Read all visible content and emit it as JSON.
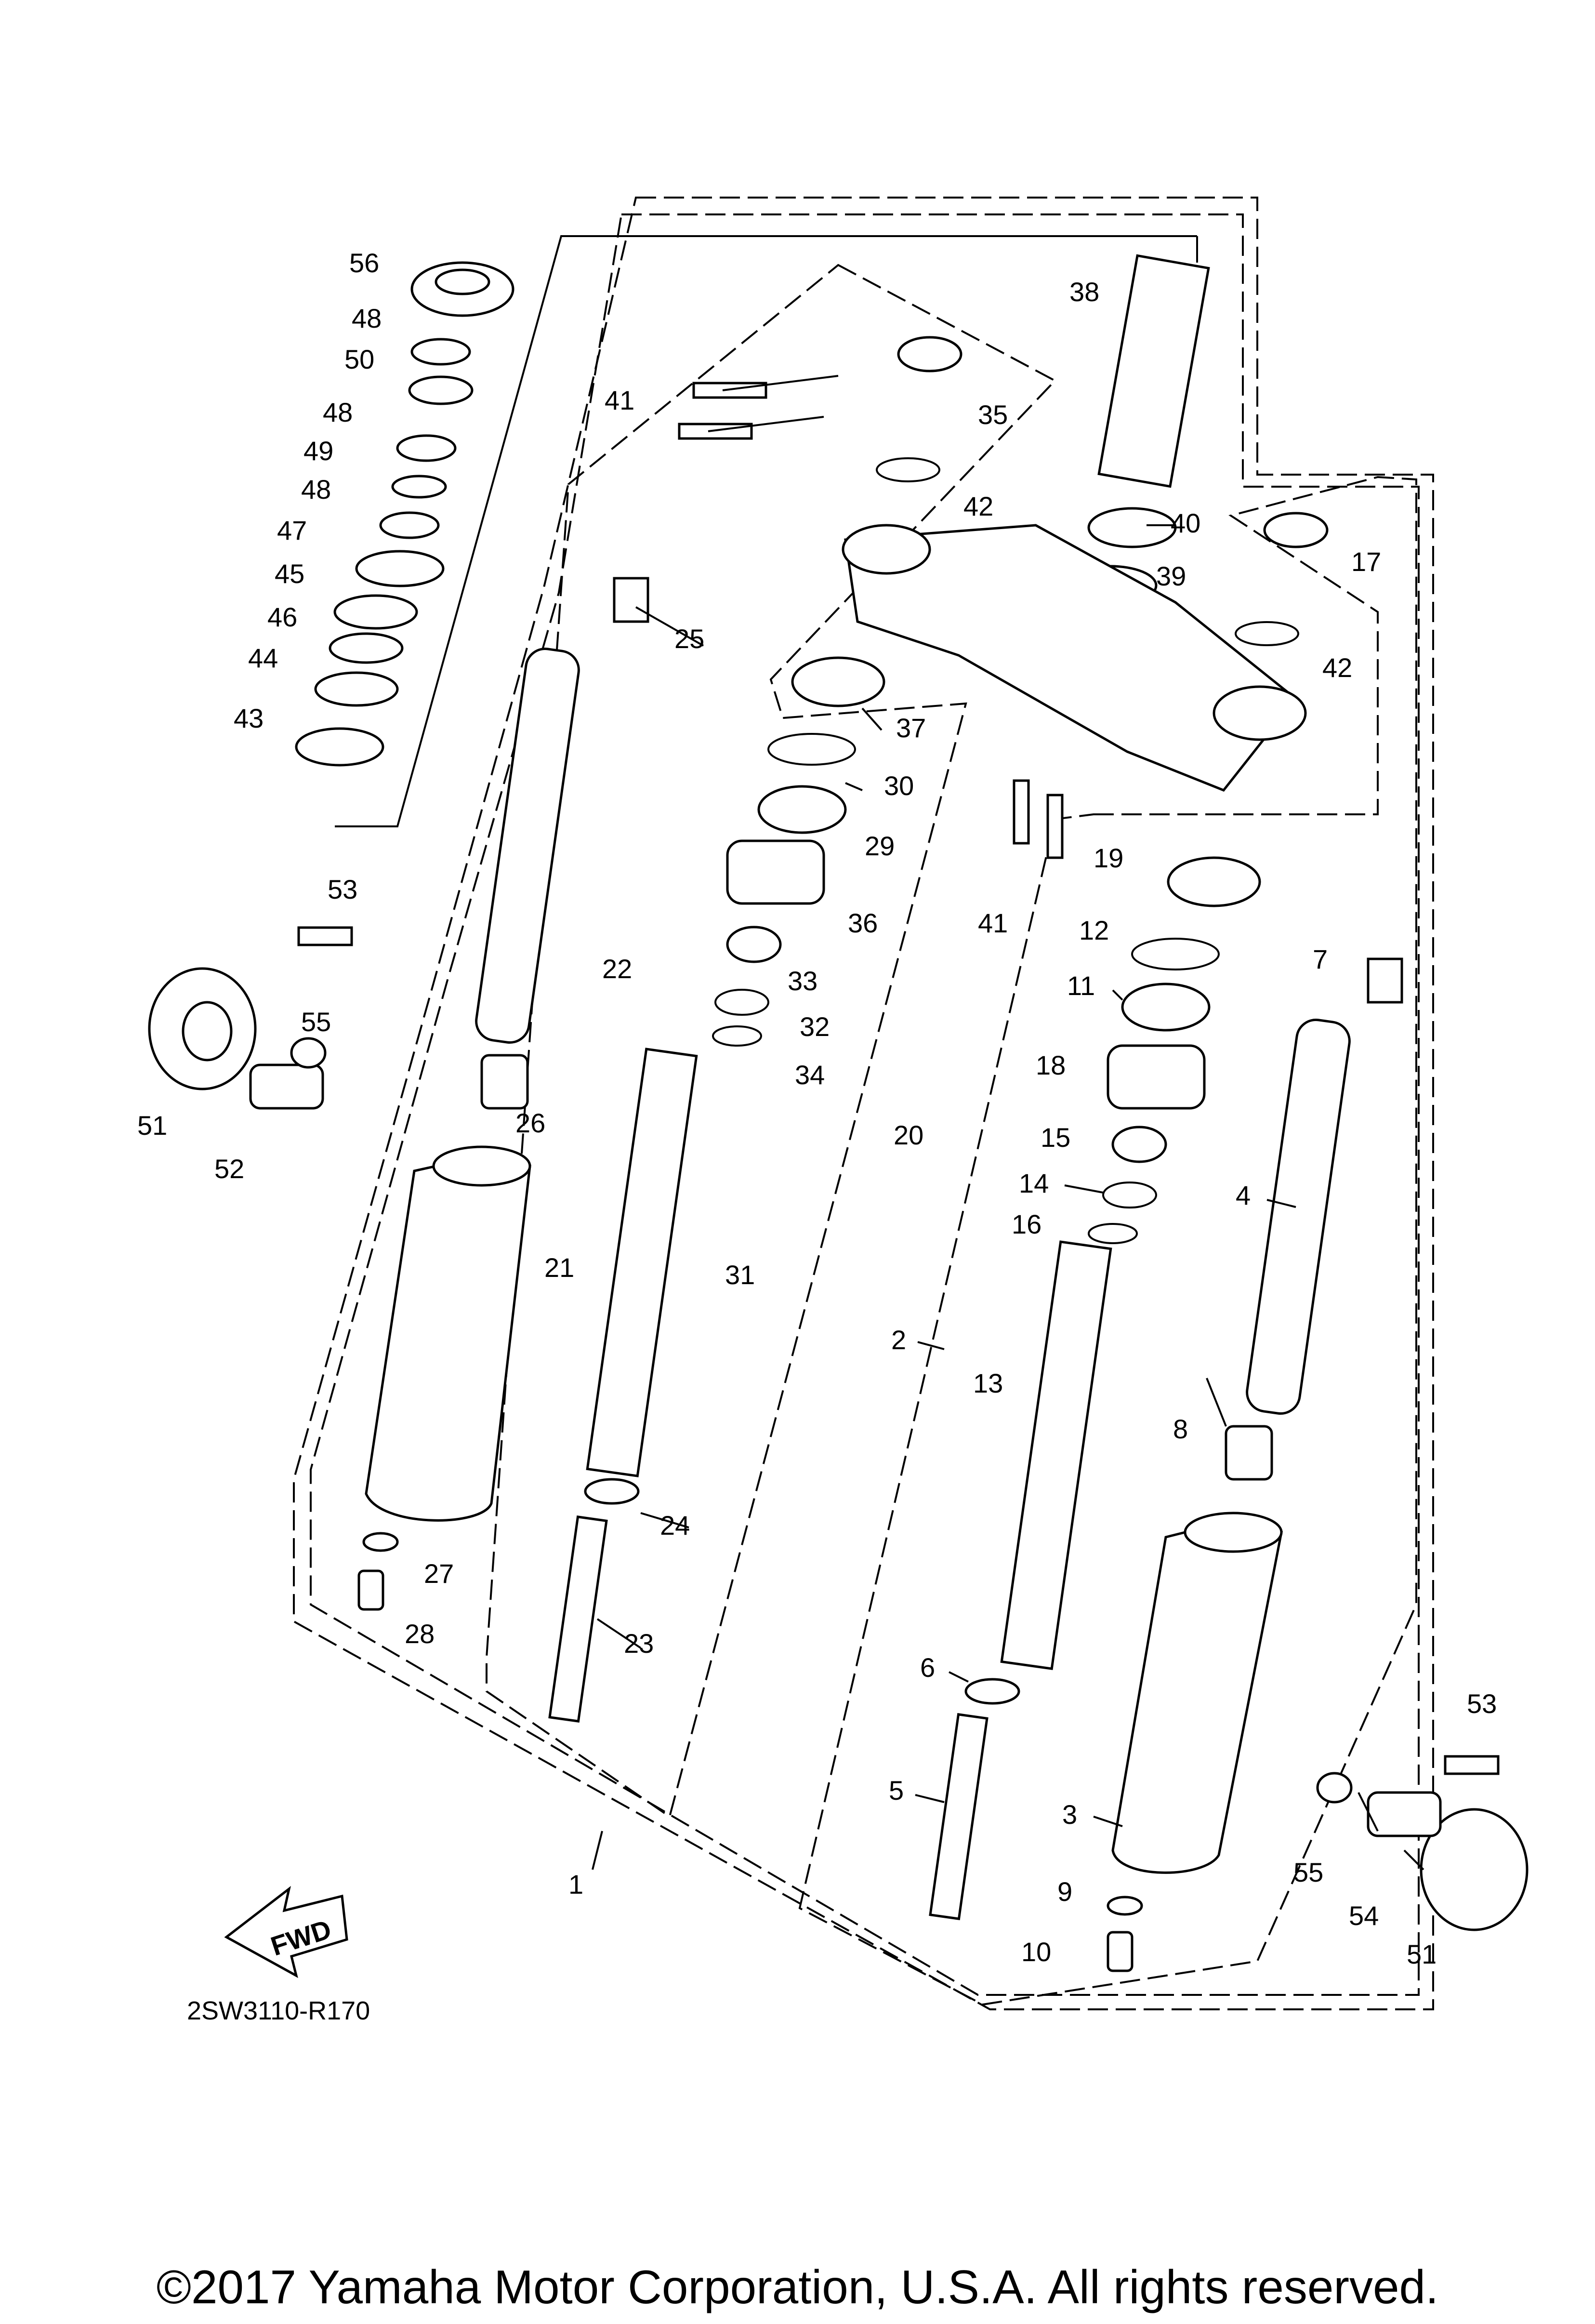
{
  "diagram": {
    "figure_code": "2SW3110-R170",
    "fwd_label": "FWD",
    "copyright": "©2017 Yamaha Motor Corporation, U.S.A. All rights reserved.",
    "callouts": [
      "1",
      "2",
      "3",
      "4",
      "5",
      "6",
      "7",
      "8",
      "9",
      "10",
      "11",
      "12",
      "13",
      "14",
      "15",
      "16",
      "17",
      "18",
      "19",
      "20",
      "21",
      "22",
      "23",
      "24",
      "25",
      "26",
      "27",
      "28",
      "29",
      "30",
      "31",
      "32",
      "33",
      "34",
      "35",
      "36",
      "37",
      "38",
      "39",
      "40",
      "41",
      "41",
      "42",
      "42",
      "43",
      "44",
      "45",
      "46",
      "47",
      "48",
      "48",
      "48",
      "49",
      "50",
      "51",
      "51",
      "52",
      "53",
      "53",
      "54",
      "55",
      "55",
      "56"
    ]
  }
}
